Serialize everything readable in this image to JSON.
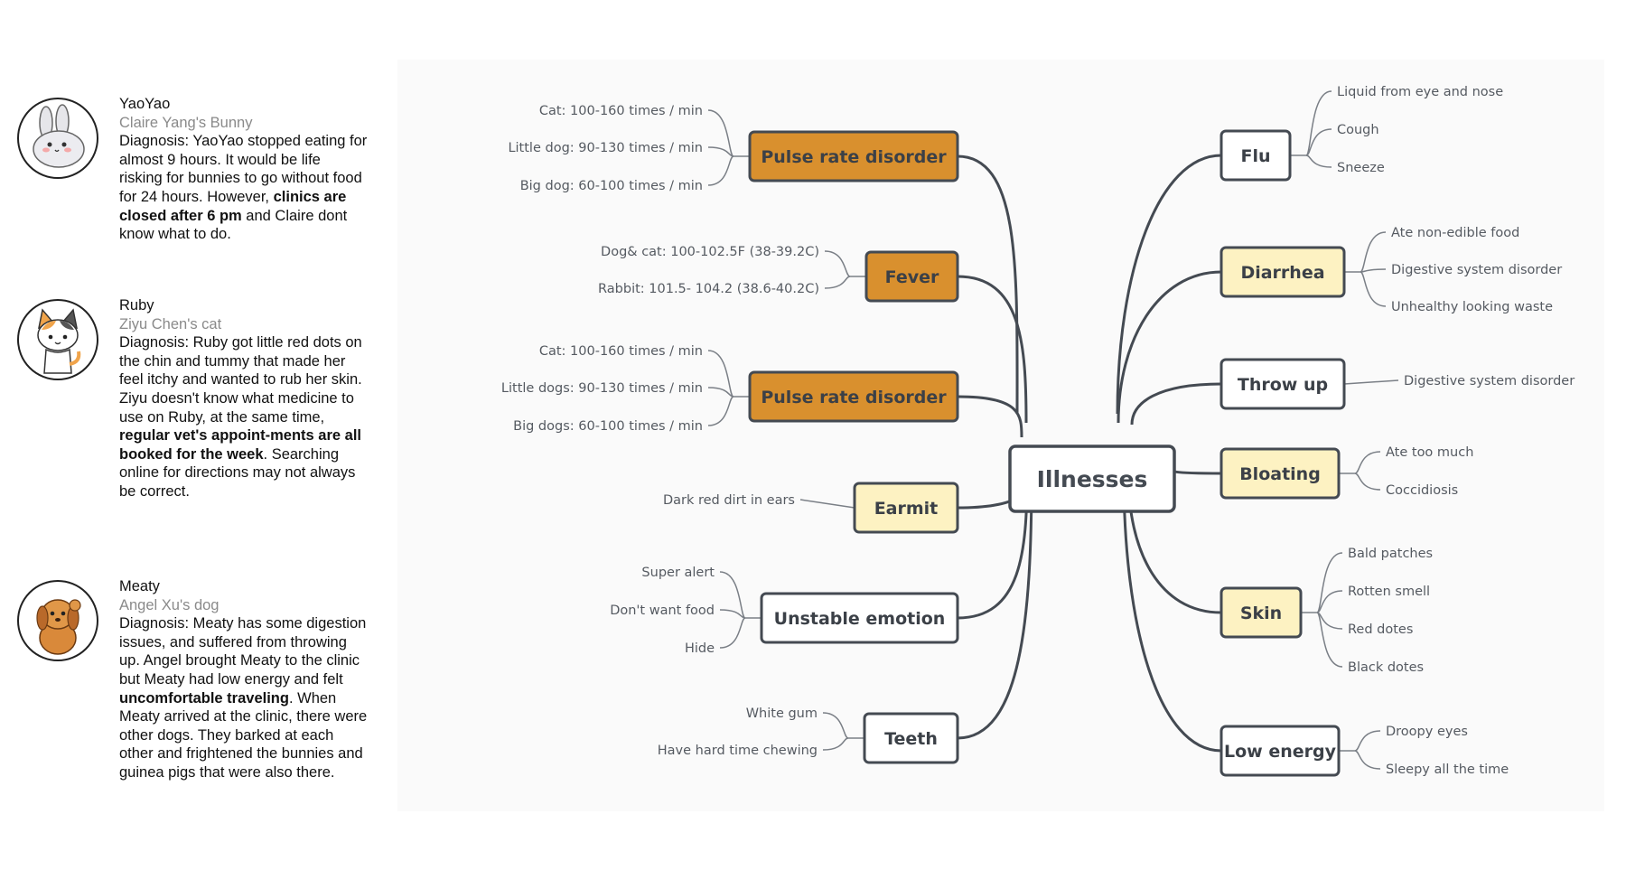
{
  "personas": [
    {
      "id": "yaoyao",
      "avatar": "bunny-icon",
      "name": "YaoYao",
      "owner": "Claire Yang's Bunny",
      "diagnosis": [
        {
          "text": "Diagnosis: YaoYao stopped eating for almost 9 hours. It would be life risking for bunnies to go without food for 24 hours. However, ",
          "bold": false
        },
        {
          "text": "clinics are closed after 6 pm",
          "bold": true
        },
        {
          "text": " and Claire dont know what to do.",
          "bold": false
        }
      ]
    },
    {
      "id": "ruby",
      "avatar": "cat-icon",
      "name": "Ruby",
      "owner": "Ziyu Chen's cat",
      "diagnosis": [
        {
          "text": "Diagnosis: Ruby got little red dots on the chin and tummy that made her feel itchy and wanted to rub her skin. Ziyu doesn't know what medicine to use on Ruby, at the same time, ",
          "bold": false
        },
        {
          "text": "regular vet's appoint-ments are all booked for the week",
          "bold": true
        },
        {
          "text": ". Searching online for directions may not always be correct.",
          "bold": false
        }
      ]
    },
    {
      "id": "meaty",
      "avatar": "dog-icon",
      "name": "Meaty",
      "owner": "Angel Xu's dog",
      "diagnosis": [
        {
          "text": "Diagnosis:  Meaty has some digestion issues, and suffered from throwing up. Angel brought Meaty to the clinic but Meaty had low energy and felt ",
          "bold": false
        },
        {
          "text": "uncomfortable traveling",
          "bold": true
        },
        {
          "text": ". When Meaty arrived at the clinic, there were other dogs. They barked at each other and frightened the bunnies and guinea pigs that were also there.",
          "bold": false
        }
      ]
    }
  ],
  "mindmap": {
    "center": "Illnesses",
    "colors": {
      "dark": "#d9902e",
      "light": "#fdf2c2",
      "plain": "#ffffff",
      "stroke": "#444a52"
    },
    "left": [
      {
        "label": "Pulse rate disorder",
        "style": "dark",
        "leaves": [
          "Cat: 100-160 times / min",
          "Little dog: 90-130 times / min",
          "Big dog: 60-100 times / min"
        ]
      },
      {
        "label": "Fever",
        "style": "dark",
        "leaves": [
          "Dog& cat: 100-102.5F (38-39.2C)",
          "Rabbit: 101.5- 104.2 (38.6-40.2C)"
        ]
      },
      {
        "label": "Pulse rate disorder",
        "style": "dark",
        "leaves": [
          "Cat: 100-160 times / min",
          "Little dogs: 90-130 times / min",
          "Big dogs: 60-100 times / min"
        ]
      },
      {
        "label": "Earmit",
        "style": "light",
        "leaves": [
          "Dark red dirt in ears"
        ]
      },
      {
        "label": "Unstable emotion",
        "style": "plain",
        "leaves": [
          "Super alert",
          "Don't want food",
          "Hide"
        ]
      },
      {
        "label": "Teeth",
        "style": "plain",
        "leaves": [
          "White gum",
          "Have hard time chewing"
        ]
      }
    ],
    "right": [
      {
        "label": "Flu",
        "style": "plain",
        "leaves": [
          "Liquid from eye and nose",
          "Cough",
          "Sneeze"
        ]
      },
      {
        "label": "Diarrhea",
        "style": "light",
        "leaves": [
          "Ate non-edible food",
          "Digestive system disorder",
          "Unhealthy looking waste"
        ]
      },
      {
        "label": "Throw up",
        "style": "plain",
        "leaves": [
          "Digestive system disorder"
        ]
      },
      {
        "label": "Bloating",
        "style": "light",
        "leaves": [
          "Ate too much",
          "Coccidiosis"
        ]
      },
      {
        "label": "Skin",
        "style": "light",
        "leaves": [
          "Bald patches",
          "Rotten smell",
          "Red dotes",
          "Black dotes"
        ]
      },
      {
        "label": "Low energy",
        "style": "plain",
        "leaves": [
          "Droopy eyes",
          "Sleepy all the time"
        ]
      }
    ]
  }
}
